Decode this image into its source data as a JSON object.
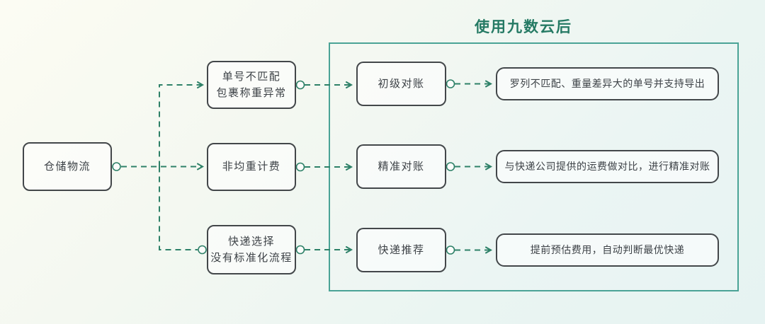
{
  "title": "使用九数云后",
  "colors": {
    "connector": "#2e8168",
    "container_border": "#4aa396",
    "node_border": "#43474a",
    "title_text": "#257a64"
  },
  "nodes": {
    "source": {
      "label": "仓储物流"
    },
    "problems": [
      {
        "label": "单号不匹配\n包裹称重异常"
      },
      {
        "label": "非均重计费"
      },
      {
        "label": "快递选择\n没有标准化流程"
      }
    ],
    "solutions": [
      {
        "label": "初级对账"
      },
      {
        "label": "精准对账"
      },
      {
        "label": "快递推荐"
      }
    ],
    "results": [
      {
        "label": "罗列不匹配、重量差异大的单号并支持导出"
      },
      {
        "label": "与快递公司提供的运费做对比，进行精准对账"
      },
      {
        "label": "提前预估费用，自动判断最优快递"
      }
    ]
  }
}
